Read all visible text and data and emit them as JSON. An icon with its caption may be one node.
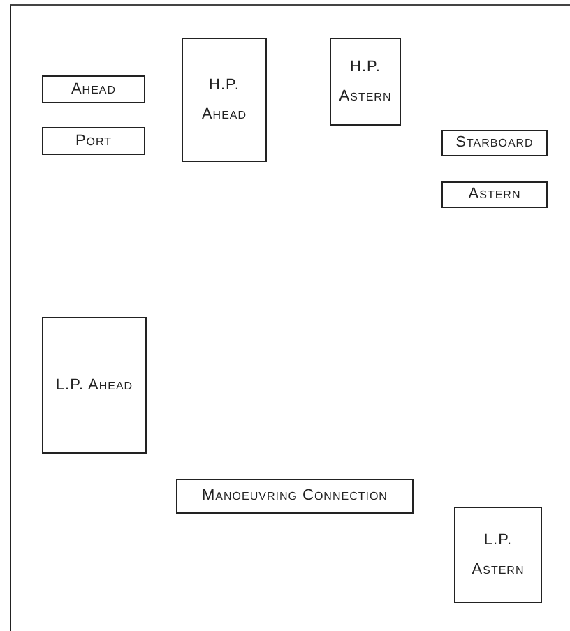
{
  "diagram": {
    "nodes": [
      {
        "text": [
          "Ahead"
        ]
      },
      {
        "text": [
          "Port"
        ]
      },
      {
        "text": [
          "H.P. Ahead"
        ]
      },
      {
        "text": [
          "H.P. Astern"
        ]
      },
      {
        "text": [
          "Starboard"
        ]
      },
      {
        "text": [
          "Astern"
        ]
      },
      {
        "text": [
          "L.P. Ahead"
        ]
      },
      {
        "text": [
          "Manoeuvring Connection"
        ]
      },
      {
        "text": [
          "L.P. Astern"
        ]
      }
    ]
  }
}
